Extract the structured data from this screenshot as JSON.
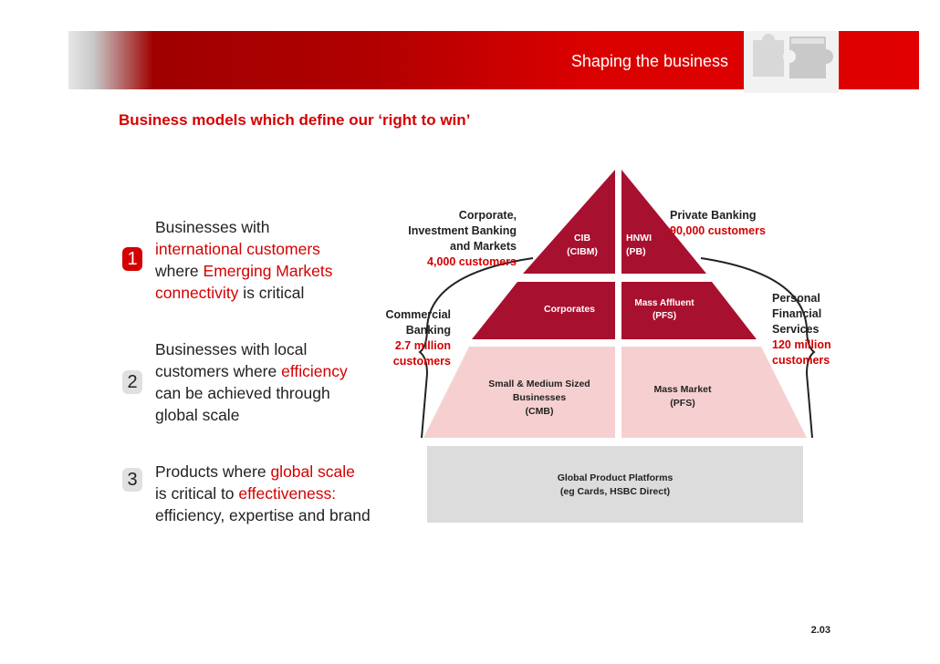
{
  "header": {
    "title": "Shaping the business"
  },
  "title": "Business models which define our ‘right to win’",
  "points": [
    {
      "number": "1",
      "lines": [
        [
          {
            "t": "Businesses with",
            "red": false
          }
        ],
        [
          {
            "t": "international customers",
            "red": true
          }
        ],
        [
          {
            "t": "where ",
            "red": false
          },
          {
            "t": "Emerging Markets",
            "red": true
          }
        ],
        [
          {
            "t": "connectivity",
            "red": true
          },
          {
            "t": " is critical",
            "red": false
          }
        ]
      ]
    },
    {
      "number": "2",
      "lines": [
        [
          {
            "t": "Businesses with local",
            "red": false
          }
        ],
        [
          {
            "t": "customers where ",
            "red": false
          },
          {
            "t": "efficiency",
            "red": true
          }
        ],
        [
          {
            "t": "can be achieved through",
            "red": false
          }
        ],
        [
          {
            "t": "global scale",
            "red": false
          }
        ]
      ]
    },
    {
      "number": "3",
      "lines": [
        [
          {
            "t": "Products where ",
            "red": false
          },
          {
            "t": "global scale",
            "red": true
          }
        ],
        [
          {
            "t": "is critical to ",
            "red": false
          },
          {
            "t": "effectiveness:",
            "red": true
          }
        ],
        [
          {
            "t": "efficiency, expertise and brand",
            "red": false
          }
        ]
      ]
    }
  ],
  "pyramid": {
    "cib": {
      "l1": "CIB",
      "l2": "(CIBM)"
    },
    "hnwi": {
      "l1": "HNWI",
      "l2": "(PB)"
    },
    "corporates": "Corporates",
    "mass_affluent": {
      "l1": "Mass Affluent",
      "l2": "(PFS)"
    },
    "sme": {
      "l1": "Small & Medium Sized",
      "l2": "Businesses",
      "l3": "(CMB)"
    },
    "mass_market": {
      "l1": "Mass Market",
      "l2": "(PFS)"
    },
    "platforms": {
      "l1": "Global Product Platforms",
      "l2": "(eg Cards, HSBC Direct)"
    }
  },
  "labels": {
    "cibm": {
      "l1": "Corporate,",
      "l2": "Investment Banking",
      "l3": "and Markets",
      "l4": "4,000 customers"
    },
    "pb": {
      "l1": "Private Banking",
      "l2": "90,000 customers"
    },
    "cmb": {
      "l1": "Commercial",
      "l2": "Banking",
      "l3": "2.7 million",
      "l4": "customers"
    },
    "pfs": {
      "l1": "Personal",
      "l2": "Financial",
      "l3": "Services",
      "l4": "120 million",
      "l5": "customers"
    }
  },
  "page_number": "2.03",
  "colors": {
    "brand_red": "#d40000",
    "pyramid_dark": "#a8102f",
    "pyramid_light": "#f6d0d0",
    "platform_grey": "#dcdcdc"
  }
}
